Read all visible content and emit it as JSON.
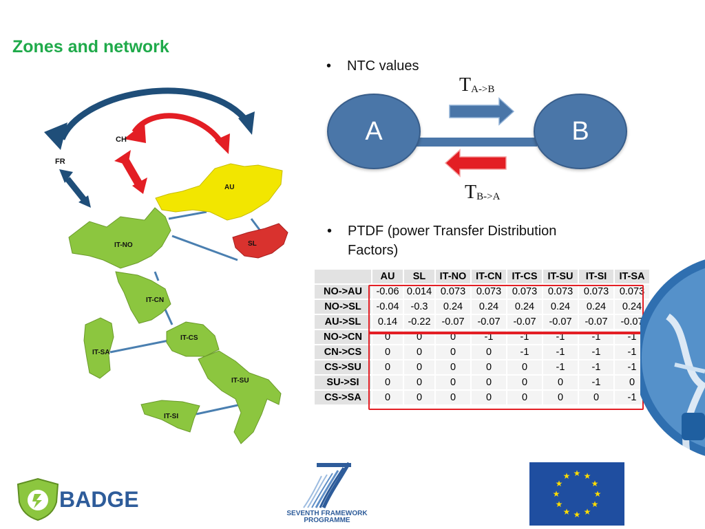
{
  "slide": {
    "title": "Zones and network",
    "bullets": [
      "NTC values",
      "PTDF (power Transfer Distribution Factors)"
    ],
    "bullet_char": "•"
  },
  "ntc_diagram": {
    "node_a": "A",
    "node_b": "B",
    "t_ab_main": "T",
    "t_ab_sub": "A->B",
    "t_ba_main": "T",
    "t_ba_sub": "B->A"
  },
  "map": {
    "zones": [
      "FR",
      "CH",
      "AU",
      "SL",
      "IT-NO",
      "IT-CN",
      "IT-CS",
      "IT-SA",
      "IT-SU",
      "IT-SI"
    ],
    "colors": {
      "italy": "#8cc63f",
      "austria": "#f2e600",
      "slovenia": "#d9322e",
      "blue_arrow": "#1f4e79",
      "red_arrow": "#e31e24"
    }
  },
  "ptdf_table": {
    "columns": [
      "",
      "AU",
      "SL",
      "IT-NO",
      "IT-CN",
      "IT-CS",
      "IT-SU",
      "IT-SI",
      "IT-SA"
    ],
    "rows": [
      {
        "label": "NO->AU",
        "values": [
          "-0.06",
          "0.014",
          "0.073",
          "0.073",
          "0.073",
          "0.073",
          "0.073",
          "0.073"
        ]
      },
      {
        "label": "NO->SL",
        "values": [
          "-0.04",
          "-0.3",
          "0.24",
          "0.24",
          "0.24",
          "0.24",
          "0.24",
          "0.24"
        ]
      },
      {
        "label": "AU->SL",
        "values": [
          "0.14",
          "-0.22",
          "-0.07",
          "-0.07",
          "-0.07",
          "-0.07",
          "-0.07",
          "-0.07"
        ]
      },
      {
        "label": "NO->CN",
        "values": [
          "0",
          "0",
          "0",
          "-1",
          "-1",
          "-1",
          "-1",
          "-1"
        ]
      },
      {
        "label": "CN->CS",
        "values": [
          "0",
          "0",
          "0",
          "0",
          "-1",
          "-1",
          "-1",
          "-1"
        ]
      },
      {
        "label": "CS->SU",
        "values": [
          "0",
          "0",
          "0",
          "0",
          "0",
          "-1",
          "-1",
          "-1"
        ]
      },
      {
        "label": "SU->SI",
        "values": [
          "0",
          "0",
          "0",
          "0",
          "0",
          "0",
          "-1",
          "0"
        ]
      },
      {
        "label": "CS->SA",
        "values": [
          "0",
          "0",
          "0",
          "0",
          "0",
          "0",
          "0",
          "-1"
        ]
      }
    ],
    "highlight_color": "#e31e24"
  },
  "logos": {
    "badge": "BADGE",
    "fp7_line1": "SEVENTH FRAMEWORK",
    "fp7_line2": "PROGRAMME"
  }
}
